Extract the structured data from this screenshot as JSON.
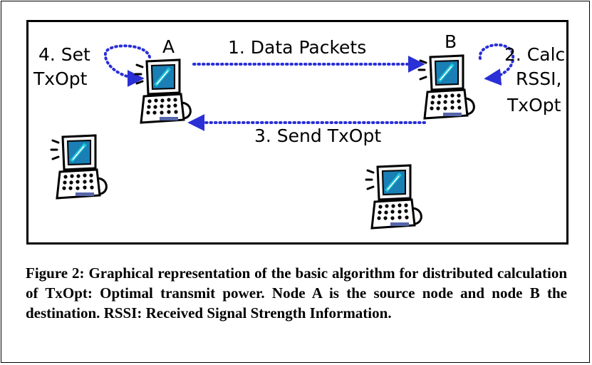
{
  "diagram": {
    "nodes": [
      {
        "id": "A",
        "label": "A"
      },
      {
        "id": "B",
        "label": "B"
      },
      {
        "id": "C",
        "label": ""
      },
      {
        "id": "D",
        "label": ""
      }
    ],
    "labels": {
      "data_packets": "1. Data Packets",
      "calc_line1": "2. Calc",
      "calc_line2": "RSSI,",
      "calc_line3": "TxOpt",
      "send_txopt": "3. Send TxOpt",
      "set_line1": "4. Set",
      "set_line2": "TxOpt"
    },
    "colors": {
      "arrow": "#2a2fd6",
      "screen": "#1a7fb5",
      "pen": "#1fc6d8"
    }
  },
  "caption": "Figure 2: Graphical representation of the basic algorithm for distributed calculation of TxOpt: Optimal transmit power.  Node A is the source node and node B the destination.   RSSI: Received Signal Strength Information."
}
